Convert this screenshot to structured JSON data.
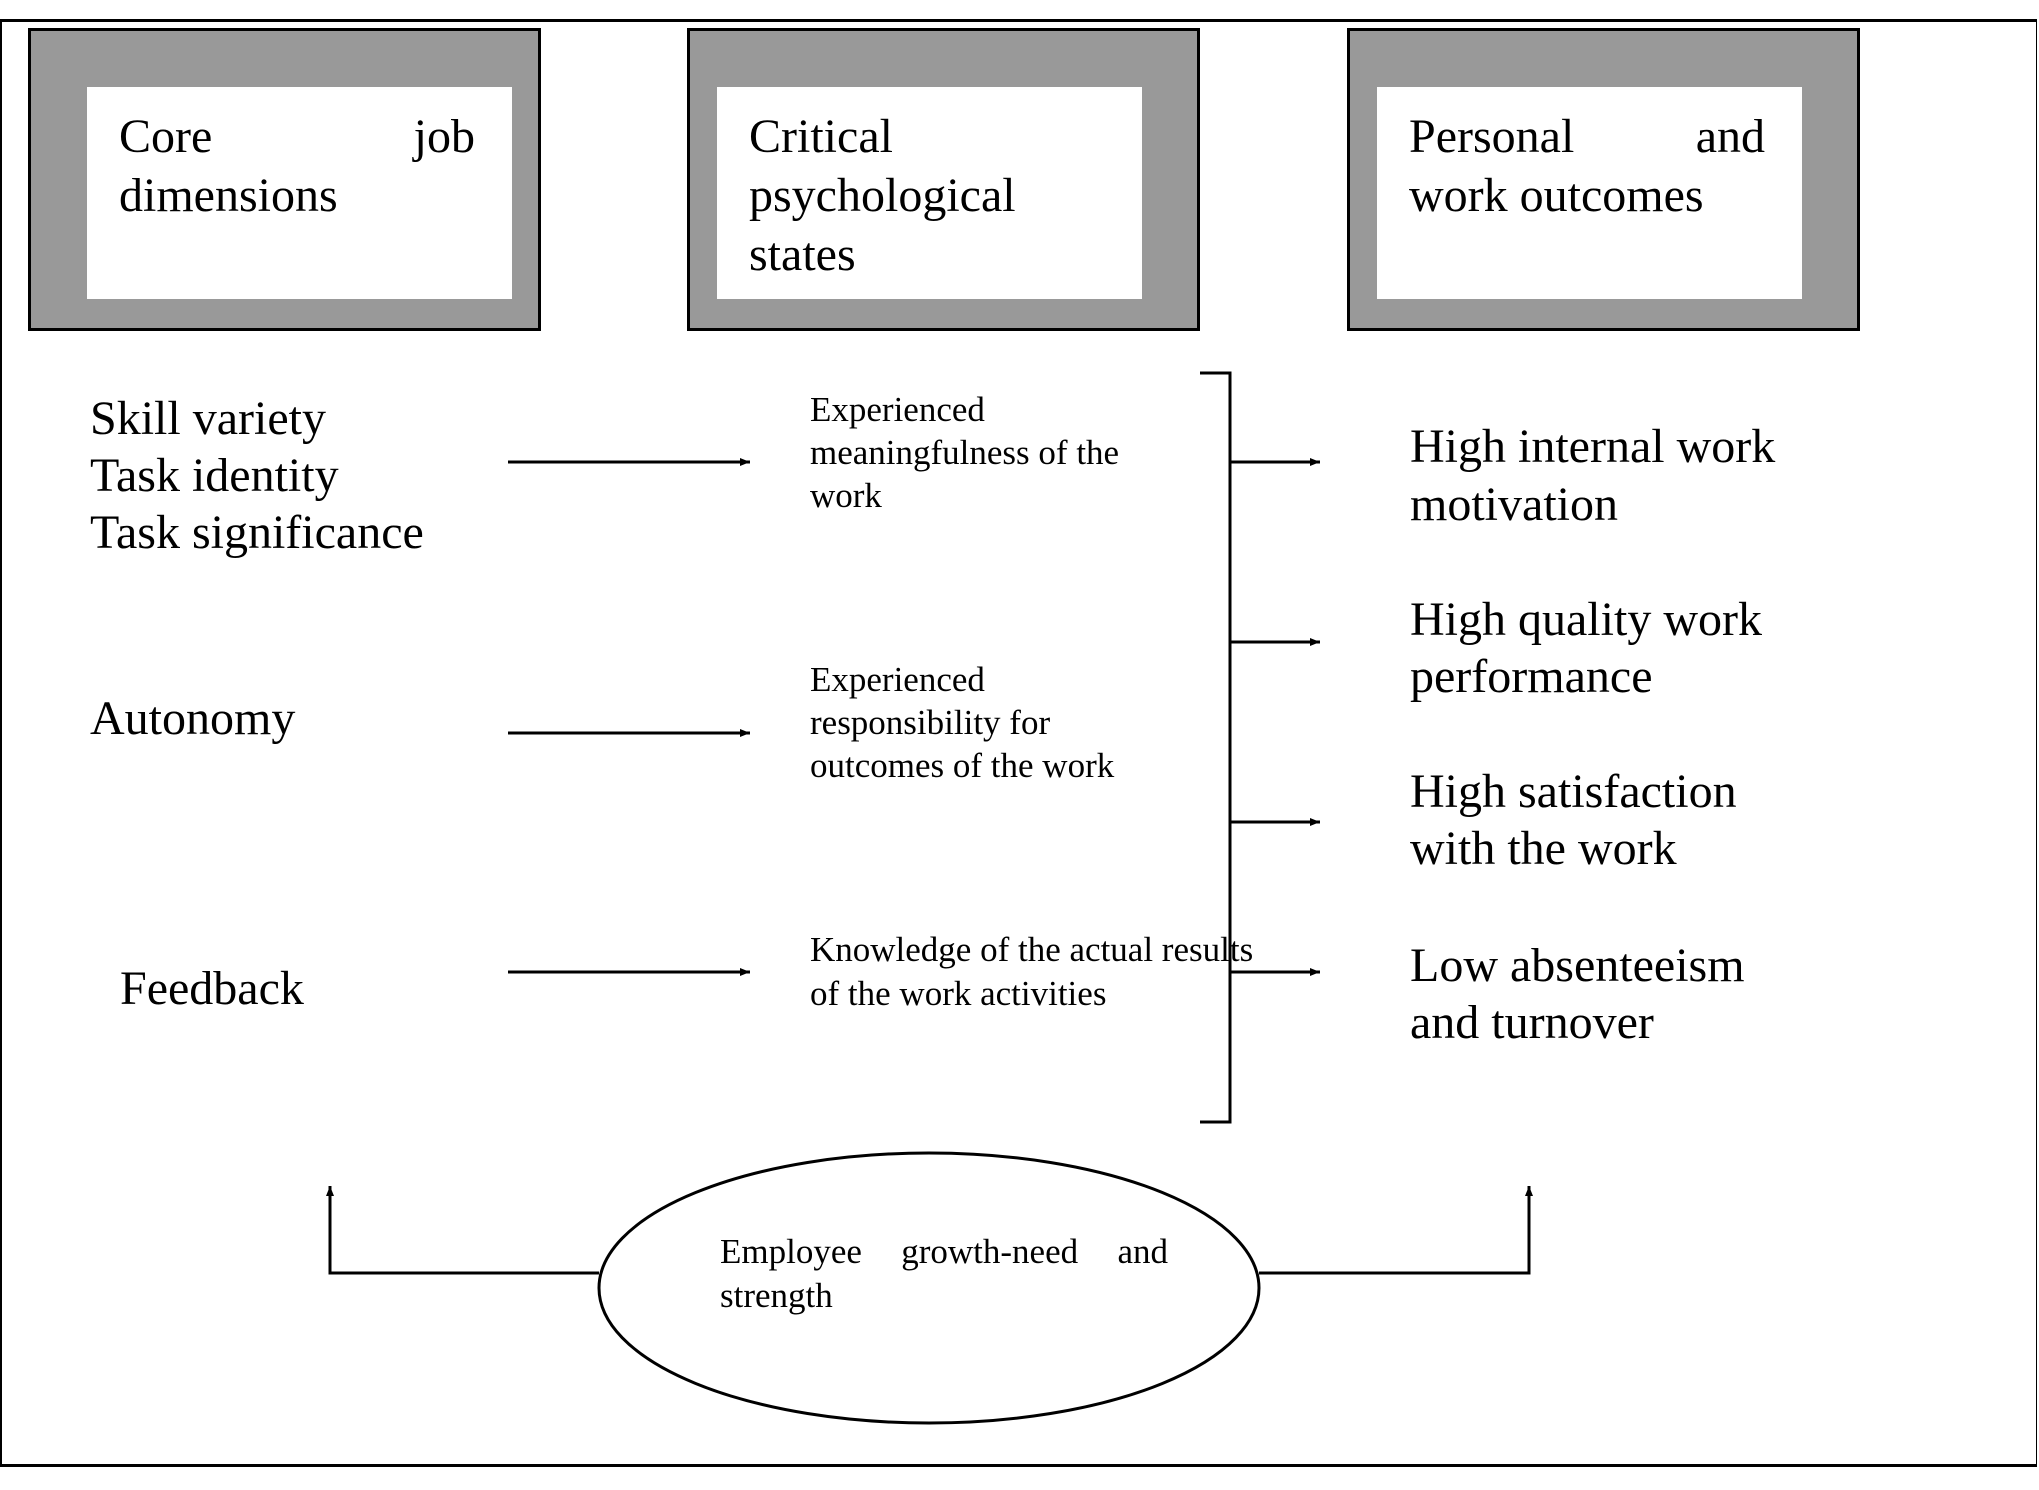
{
  "headers": {
    "core": "Core job dimensions",
    "critical": "Critical psychological states",
    "outcomes": "Personal and work outcomes"
  },
  "core_dimensions": {
    "skill_variety": "Skill variety",
    "task_identity": "Task identity",
    "task_significance": "Task significance",
    "autonomy": "Autonomy",
    "feedback": "Feedback"
  },
  "states": {
    "meaningfulness": [
      "Experienced",
      "meaningfulness of the",
      "work"
    ],
    "responsibility": [
      "Experienced",
      "responsibility for",
      "outcomes of the work"
    ],
    "knowledge": [
      "Knowledge of the actual results",
      "of the work activities"
    ]
  },
  "outcomes": {
    "motivation": [
      "High internal work",
      "motivation"
    ],
    "quality": [
      "High quality work",
      "performance"
    ],
    "satisfaction": [
      "High satisfaction",
      "with the work"
    ],
    "absenteeism": [
      "Low absenteeism",
      "and turnover"
    ]
  },
  "moderator": "Employee growth-need and strength"
}
